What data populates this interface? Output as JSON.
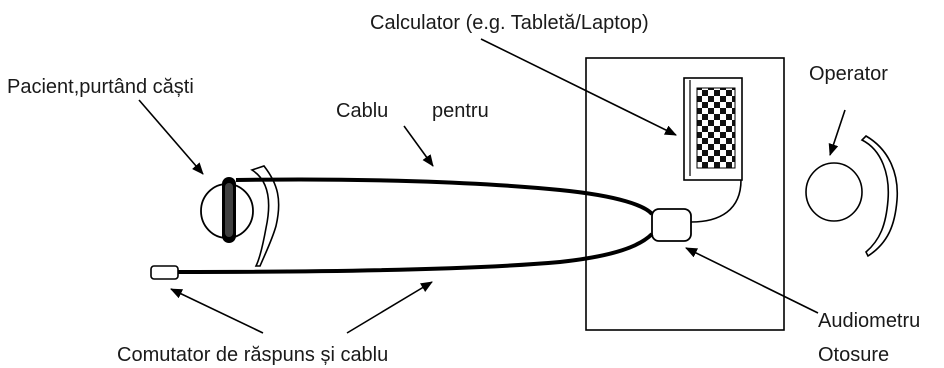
{
  "labels": {
    "computer": "Calculator (e.g. Tabletă/Laptop)",
    "patient": "Pacient,purtând căști",
    "cable_a": "Cablu",
    "cable_b": "pentru",
    "operator": "Operator",
    "audiometer_line1": "Audiometru",
    "audiometer_line2": "Otosure",
    "switch": "Comutator de răspuns și cablu"
  }
}
